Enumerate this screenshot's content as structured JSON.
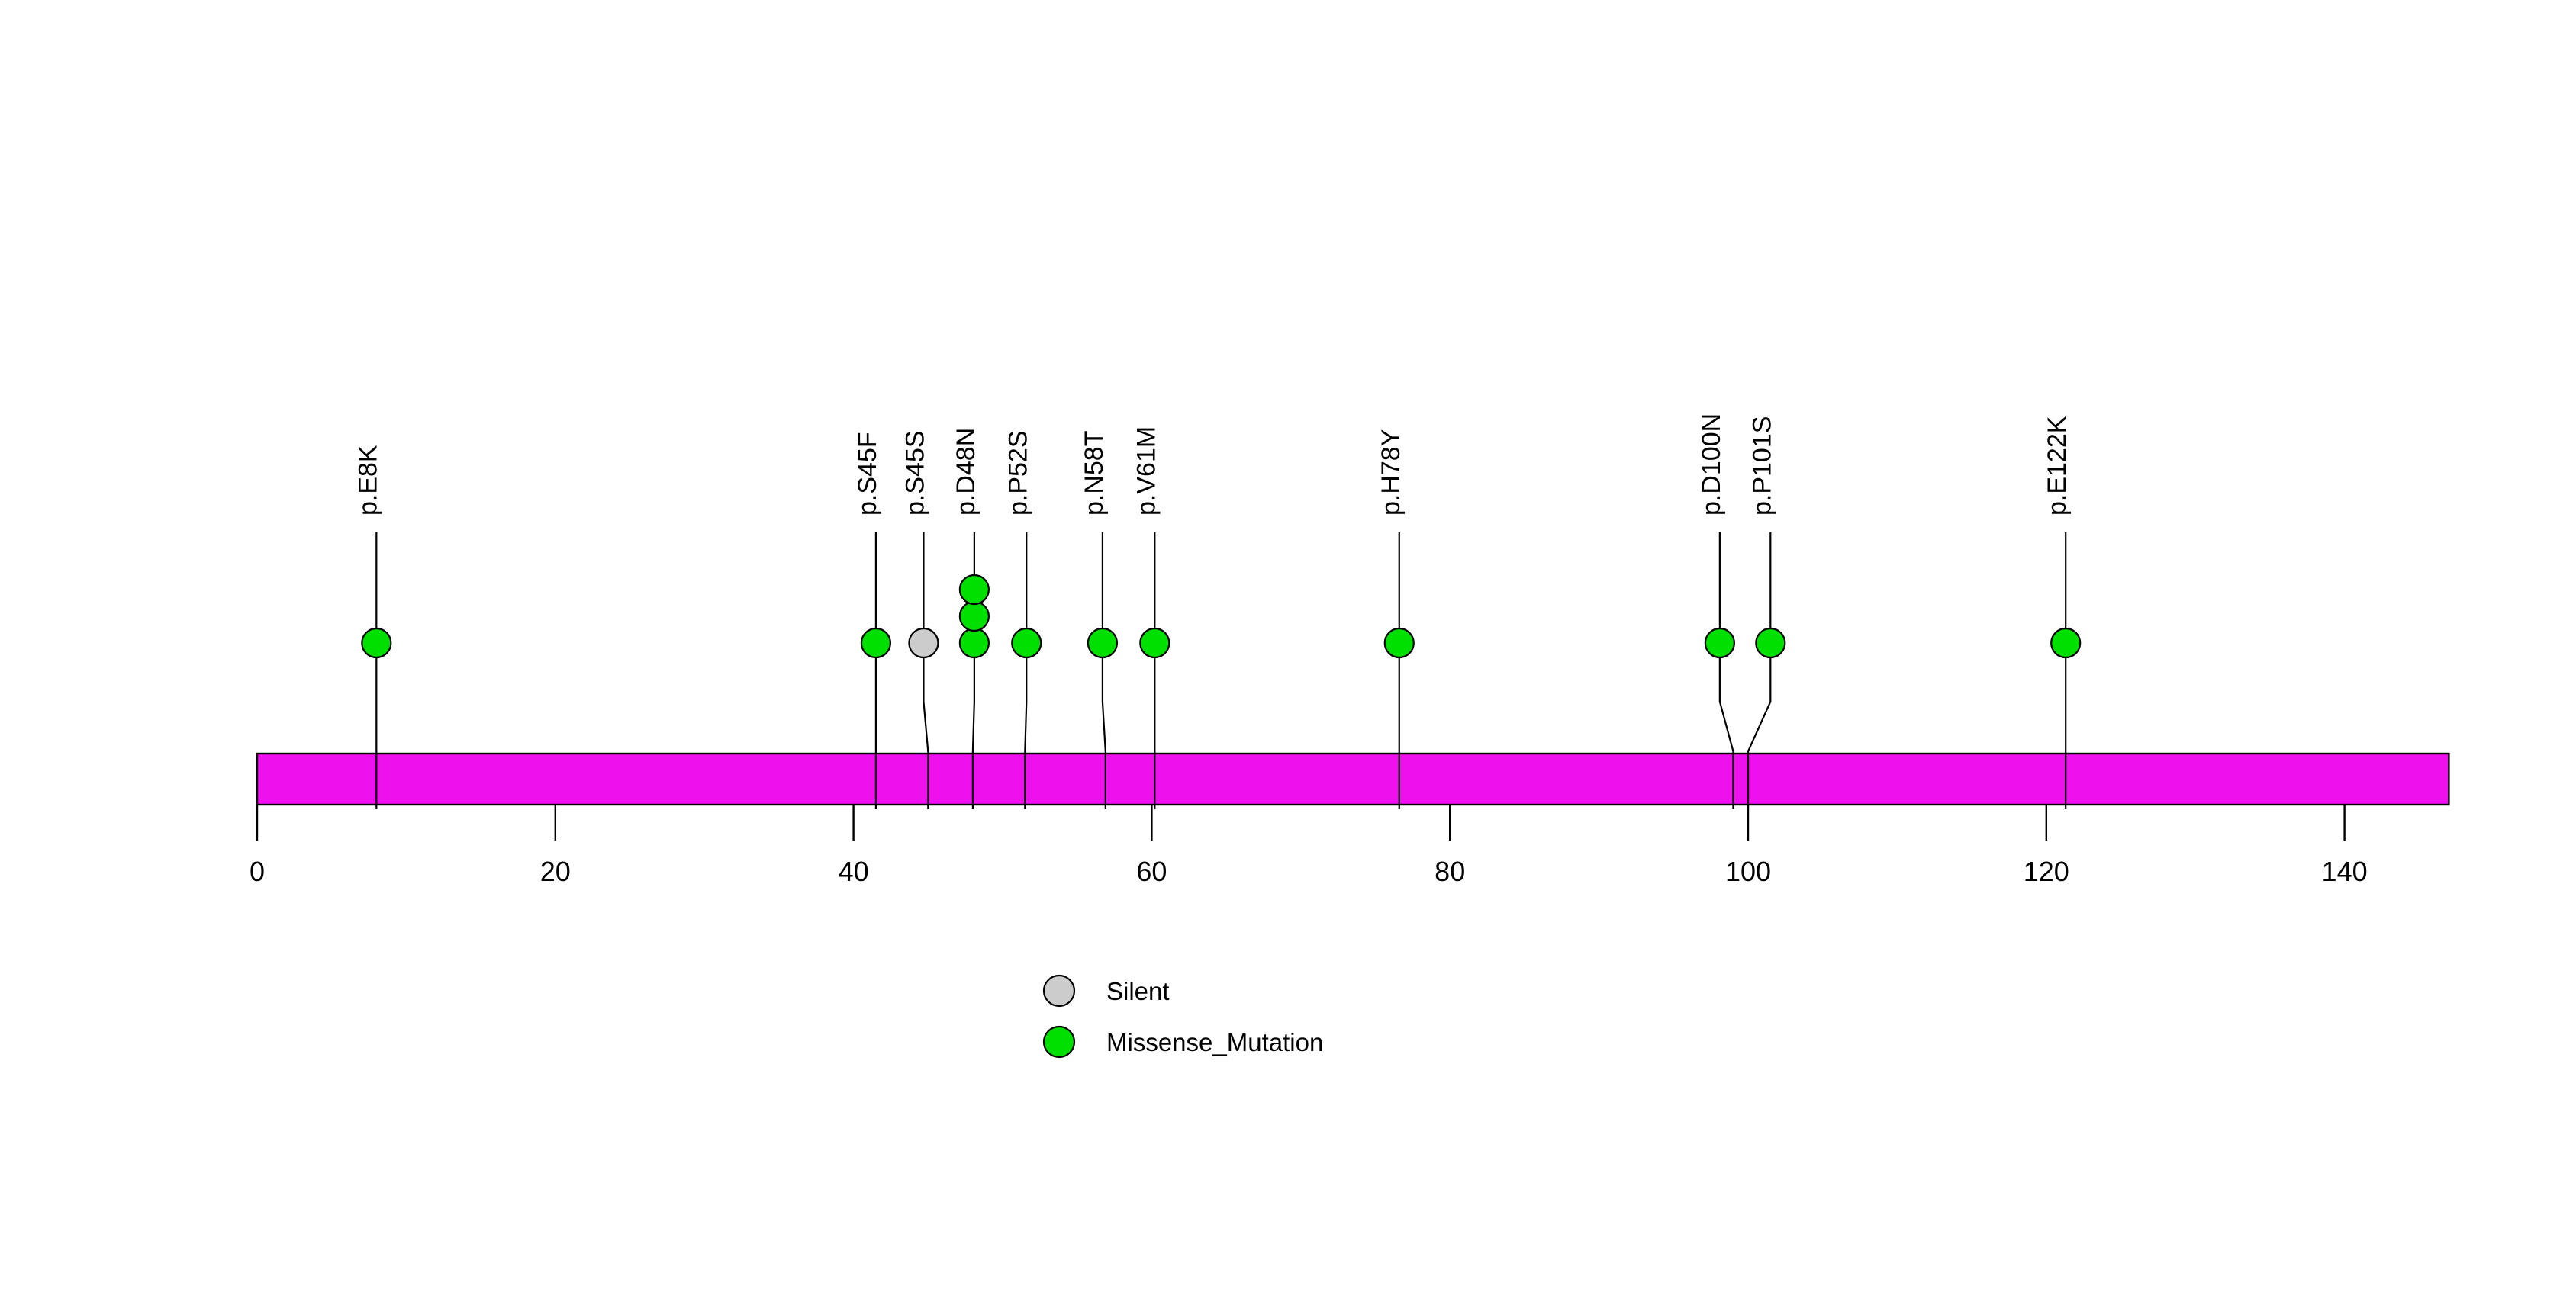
{
  "chart_data": {
    "type": "scatter",
    "title": "",
    "subtitle": "",
    "xlabel": "",
    "ylabel": "",
    "plot_kind": "lollipop-protein-domain",
    "protein": {
      "length": 147,
      "bar_color": "#EE11EE",
      "bar_start_aa": 0,
      "bar_end_aa": 147
    },
    "axis": {
      "range": [
        0,
        147
      ],
      "ticks": [
        0,
        20,
        40,
        60,
        80,
        100,
        120,
        140
      ],
      "tick_labels": [
        "0",
        "20",
        "40",
        "60",
        "80",
        "100",
        "120",
        "140"
      ],
      "grid": false
    },
    "legend": {
      "position": "bottom-center",
      "entries": [
        {
          "label": "Silent",
          "color": "#CCCCCC"
        },
        {
          "label": "Missense_Mutation",
          "color": "#00E000"
        }
      ]
    },
    "mutations": [
      {
        "label": "p.E8K",
        "position": 8,
        "count": 1,
        "type": "Missense_Mutation",
        "color": "#00E000",
        "label_x": 8
      },
      {
        "label": "p.S45F",
        "position": 41.5,
        "count": 1,
        "type": "Missense_Mutation",
        "color": "#00E000",
        "label_x": 41.5
      },
      {
        "label": "p.S45S",
        "position": 45,
        "count": 1,
        "type": "Silent",
        "color": "#CCCCCC",
        "label_x": 44.7
      },
      {
        "label": "p.D48N",
        "position": 48,
        "count": 3,
        "type": "Missense_Mutation",
        "color": "#00E000",
        "label_x": 48.1
      },
      {
        "label": "p.P52S",
        "position": 51.5,
        "count": 1,
        "type": "Missense_Mutation",
        "color": "#00E000",
        "label_x": 51.6
      },
      {
        "label": "p.N58T",
        "position": 56.9,
        "count": 1,
        "type": "Missense_Mutation",
        "color": "#00E000",
        "label_x": 56.7
      },
      {
        "label": "p.V61M",
        "position": 60.2,
        "count": 1,
        "type": "Missense_Mutation",
        "color": "#00E000",
        "label_x": 60.2
      },
      {
        "label": "p.H78Y",
        "position": 76.6,
        "count": 1,
        "type": "Missense_Mutation",
        "color": "#00E000",
        "label_x": 76.6
      },
      {
        "label": "p.D100N",
        "position": 99,
        "count": 1,
        "type": "Missense_Mutation",
        "color": "#00E000",
        "label_x": 98.1
      },
      {
        "label": "p.P101S",
        "position": 100,
        "count": 1,
        "type": "Missense_Mutation",
        "color": "#00E000",
        "label_x": 101.5
      },
      {
        "label": "p.E122K",
        "position": 121.3,
        "count": 1,
        "type": "Missense_Mutation",
        "color": "#00E000",
        "label_x": 121.3
      }
    ]
  },
  "colors": {
    "background": "#FFFFFF",
    "bar": "#EE11EE",
    "outline": "#000000",
    "missense": "#00E000",
    "silent": "#CCCCCC"
  }
}
